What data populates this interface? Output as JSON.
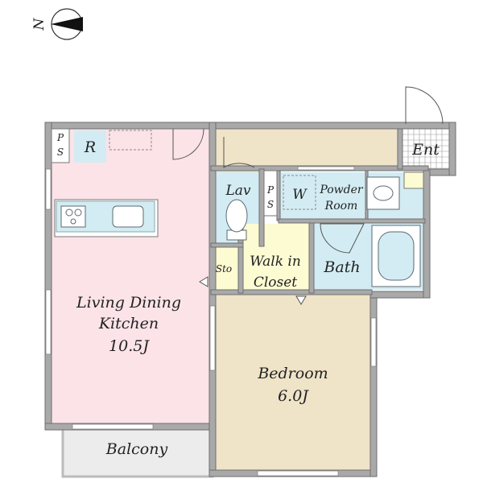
{
  "compass": {
    "north_label": "N"
  },
  "rooms": {
    "ldk": {
      "name_line1": "Living Dining",
      "name_line2": "Kitchen",
      "size": "10.5J"
    },
    "bedroom": {
      "name": "Bedroom",
      "size": "6.0J"
    },
    "balcony": {
      "name": "Balcony"
    },
    "lav": {
      "name": "Lav"
    },
    "walk_in_closet": {
      "name_line1": "Walk in",
      "name_line2": "Closet"
    },
    "storage": {
      "name": "Sto"
    },
    "bath": {
      "name": "Bath"
    },
    "powder_room": {
      "name_line1": "Powder",
      "name_line2": "Room"
    },
    "washer": {
      "name": "W"
    },
    "entrance": {
      "name": "Ent"
    },
    "refrigerator": {
      "name": "R"
    },
    "ps_left": {
      "line1": "P",
      "line2": "S"
    },
    "ps_center": {
      "line1": "P",
      "line2": "S"
    }
  },
  "colors": {
    "ldk": "#fbe3e8",
    "bedroom": "#efe3c8",
    "hall": "#efe3c8",
    "wet_area": "#d3ecf3",
    "closet": "#fdfbd2",
    "balcony": "#ececec",
    "wall": "#a9a9a9"
  }
}
